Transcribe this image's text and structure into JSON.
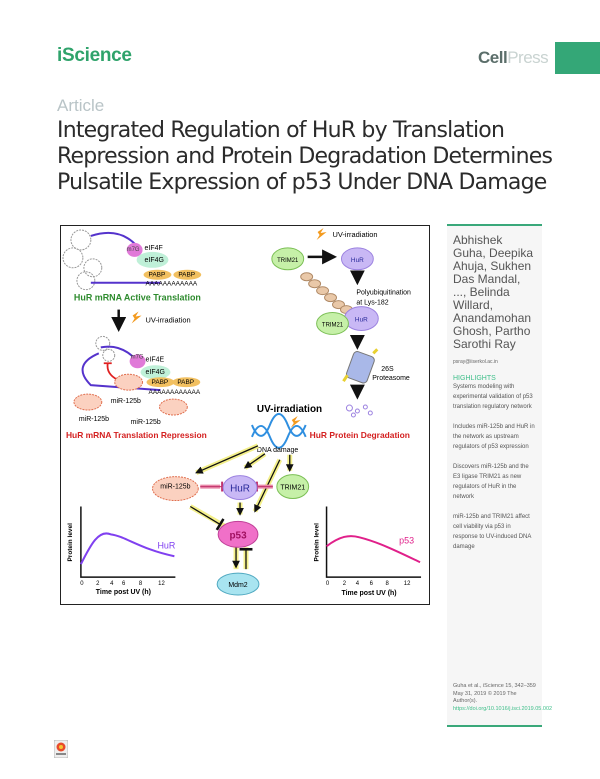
{
  "header": {
    "journal": "iScience",
    "publisher_bold": "Cell",
    "publisher_light": "Press",
    "brand_color": "#34a777"
  },
  "article_type": "Article",
  "title": "Integrated Regulation of HuR by Translation Repression and Protein Degradation Determines Pulsatile Expression of p53 Under DNA Damage",
  "sidebar": {
    "authors": "Abhishek Guha, Deepika Ahuja, Sukhen Das Mandal, ..., Belinda Willard, Anandamohan Ghosh, Partho Sarothi Ray",
    "email": "psray@iiserkol.ac.in",
    "highlights_title": "HIGHLIGHTS",
    "highlights": [
      "Systems modeling with experimental validation of p53 translation regulatory network",
      "Includes miR-125b and HuR in the network as upstream regulators of p53 expression",
      "Discovers miR-125b and the E3 ligase TRIM21 as new regulators of HuR in the network",
      "miR-125b and TRIM21 affect cell viability via p53 in response to UV-induced DNA damage"
    ],
    "citation": "Guha et al., iScience 15, 342–359",
    "date": "May 31, 2019 © 2019 The Author(s).",
    "doi": "https://doi.org/10.1016/j.isci.2019.05.002"
  },
  "figure": {
    "m7g": "m7G",
    "eif4f": "eIF4F",
    "eif4g": "eIF4G",
    "eif4e": "eIF4E",
    "pabp": "PABP",
    "polya": "AAAAAAAAAAAA",
    "active_translation": "HuR mRNA Active Translation",
    "uv": "UV-irradiation",
    "mir": "miR-125b",
    "repression": "HuR mRNA Translation Repression",
    "trim21": "TRIM21",
    "hur": "HuR",
    "polyub1": "Polyubiquitination",
    "polyub2": "at Lys-182",
    "proteasome1": "26S",
    "proteasome2": "Proteasome",
    "degradation": "HuR Protein Degradation",
    "uv_center": "UV-irradiation",
    "dna_damage": "DNA damage",
    "p53": "p53",
    "mdm2": "Mdm2",
    "plot_ylabel": "Protein level",
    "plot_xlabel": "Time post UV (h)",
    "plot_ticks": [
      "0",
      "2",
      "4",
      "6",
      "8",
      "12"
    ],
    "plot_left_label": "HuR",
    "plot_right_label": "p53"
  }
}
